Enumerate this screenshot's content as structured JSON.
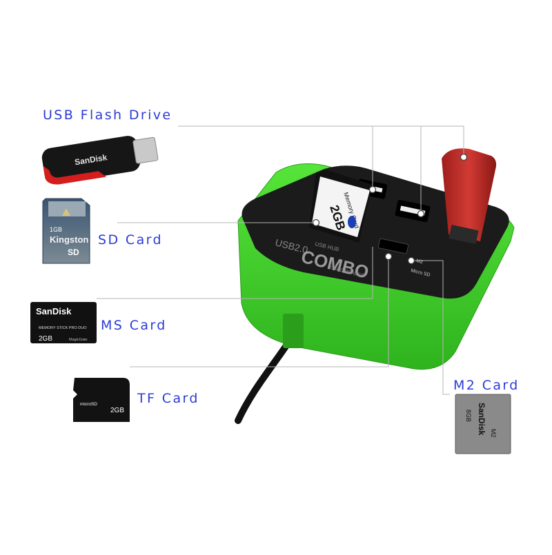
{
  "labels": {
    "usb_flash_drive": "USB Flash Drive",
    "sd_card": "SD Card",
    "ms_card": "MS Card",
    "tf_card": "TF Card",
    "m2_card": "M2 Card"
  },
  "hub": {
    "usb_mark": "USB2.0",
    "hub_mark": "USB HUB",
    "brand": "COMBO",
    "subtitle": "CARD READER",
    "m2_port_label": "M2",
    "micro_sd_label": "Micro SD"
  },
  "cards": {
    "sandisk_drive": "SanDisk",
    "sd_capacity": "1GB",
    "sd_brand": "Kingston",
    "sd_logo": "SD",
    "ms_brand": "SanDisk",
    "ms_type": "MEMORY STICK PRO DUO",
    "ms_capacity": "2GB",
    "ms_gate": "MagicGate",
    "tf_capacity": "2GB",
    "tf_logo": "microSD",
    "m2_brand": "SanDisk",
    "m2_capacity": "8GB",
    "m2_logo": "M2",
    "inserted_sd_capacity": "2GB",
    "inserted_sd_text": "Memory Card"
  },
  "colors": {
    "hub_body": "#3ed12a",
    "hub_top": "#1b1b1b",
    "label_text": "#2a3bd6",
    "flash_red": "#c7302c"
  }
}
